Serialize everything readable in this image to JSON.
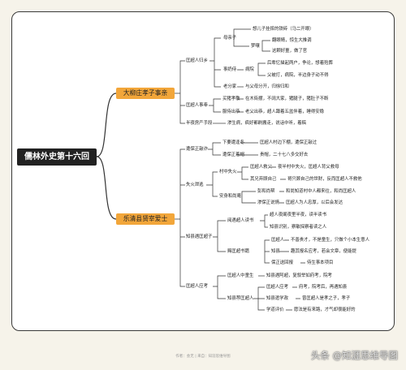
{
  "root": "儒林外史第十六回",
  "sections": [
    {
      "label": "大柳庄孝子事亲"
    },
    {
      "label": "乐清县贤宰爱士"
    }
  ],
  "nodes": {
    "n1": "匡超人归乡",
    "n2": "母亲子",
    "n3": "想儿子挂摔的铁砖（马二开眼）",
    "n4": "梦嚷",
    "n5": "翻眼睛，惊生大推调",
    "n6": "这颗好噩，做了官",
    "n7": "事奶侍",
    "n8": "病院",
    "n9": "后辈忆描起两户，争论，想着殓葬",
    "n10": "父被打，病院，半边身子动不得",
    "n11": "老分家",
    "n12": "与父母分开，归徐归和",
    "n13": "匡超人事奉",
    "n14": "买猪孝敬",
    "n15": "在木街摆，不阔大家，猪腿子，猪肚子不断",
    "n16": "服侍出恭",
    "n17": "老父出恭，超人蹲着五盆伴着，睡得安稳",
    "n18": "半夜房产手段",
    "n19": "渗生病，疯好都刷搬走，说话中听，着稿",
    "n20": "遭保正敲诈",
    "n21": "下要遭逢冬",
    "n22": "匡超人村边下棚，遭保正敲过",
    "n23": "遭保正着帽",
    "n24": "贵帽，二十七八多交好去",
    "n25": "失火泄逃",
    "n26": "村中失火",
    "n27": "匡超人救父",
    "n28": "夜半村中失火，匡超人背父救母",
    "n29": "其兄弃顾自己",
    "n30": "哥只顾自己的世财，反而匡超人不救他",
    "n31": "安身和尚庵",
    "n32": "彭和尚帮",
    "n33": "和尚知道村中人都来往，和尚匡超人",
    "n34": "渗保正说情",
    "n35": "匡超人为人忠厚，以后会发达",
    "n36": "知县遇匡超子",
    "n37": "阅遇超人读书",
    "n38": "超人夜阑夜里半夜，读半读书",
    "n39": "知县识别，察敏探察者读之人",
    "n40": "赐匡超书籍",
    "n41": "匡超人",
    "n42": "不善贵才，不是童生，只做个小本生意人",
    "n43": "知县",
    "n44": "趣其报名应考，若会文章，便能提",
    "n45": "保正送回报",
    "n46": "侍生事本项目",
    "n47": "匡超人应考",
    "n48": "匡超人中童生",
    "n49": "知县遇阿超，复叙举如府考，院考",
    "n50": "知县荐匡超人",
    "n51": "匡超人应考",
    "n52": "府考，院考后，再遇知县",
    "n53": "知县遣学政",
    "n54": "曾匡超人是孝之子，孝子",
    "n55": "学道评价",
    "n56": "愿法是有来路，才气却很能好的"
  },
  "footer": "作者：会无 | 来自：知涯思维导图",
  "watermark": "头条 @知涯思维导图",
  "colors": {
    "section": "#f2a63a",
    "root": "#222222",
    "line": "#333333"
  }
}
